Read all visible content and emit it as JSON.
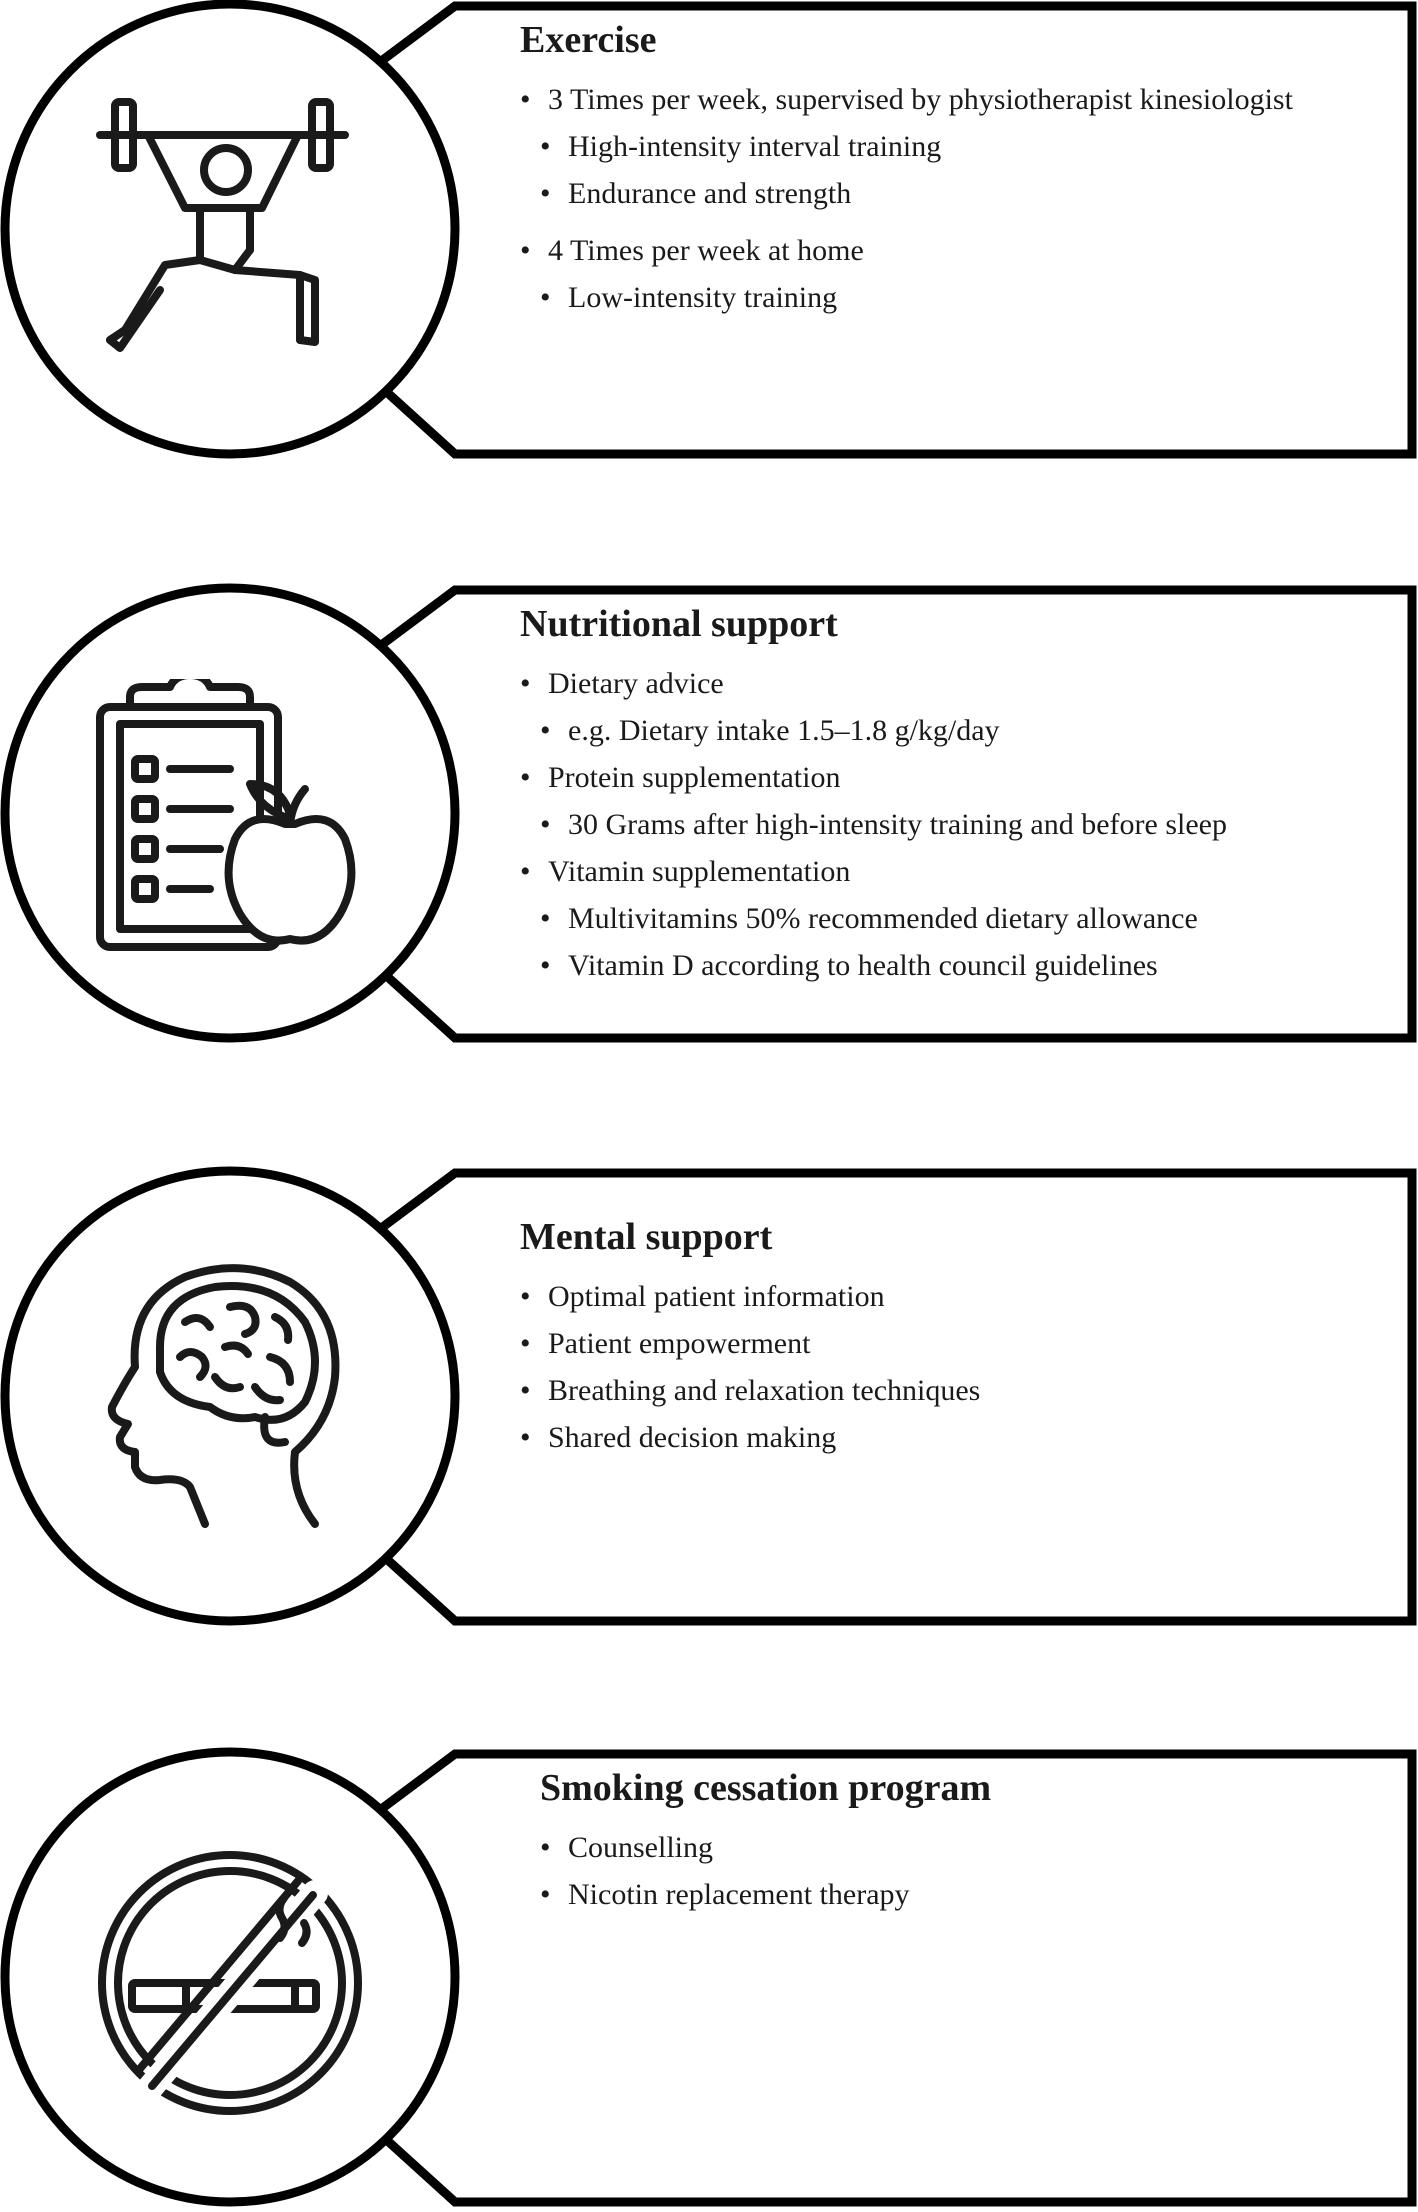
{
  "panels": [
    {
      "icon": "weightlifter-icon",
      "title": "Exercise",
      "items": [
        {
          "level": 1,
          "text": "3 Times per week, supervised by physiotherapist kinesiologist"
        },
        {
          "level": 2,
          "text": "High-intensity interval training"
        },
        {
          "level": 2,
          "text": "Endurance and strength"
        },
        {
          "level": 1,
          "text": "4 Times per week at home"
        },
        {
          "level": 2,
          "text": "Low-intensity training"
        }
      ]
    },
    {
      "icon": "clipboard-apple-icon",
      "title": "Nutritional support",
      "items": [
        {
          "level": 1,
          "text": "Dietary advice"
        },
        {
          "level": 2,
          "text": "e.g. Dietary intake 1.5–1.8 g/kg/day"
        },
        {
          "level": 1,
          "text": "Protein supplementation"
        },
        {
          "level": 2,
          "text": "30 Grams after high-intensity training and before sleep"
        },
        {
          "level": 1,
          "text": "Vitamin supplementation"
        },
        {
          "level": 2,
          "text": "Multivitamins 50% recommended dietary allowance"
        },
        {
          "level": 2,
          "text": "Vitamin D according to health council guidelines"
        }
      ]
    },
    {
      "icon": "head-brain-icon",
      "title": "Mental support",
      "items": [
        {
          "level": 1,
          "text": "Optimal patient information"
        },
        {
          "level": 1,
          "text": "Patient empowerment"
        },
        {
          "level": 1,
          "text": "Breathing and relaxation techniques"
        },
        {
          "level": 1,
          "text": "Shared decision making"
        }
      ]
    },
    {
      "icon": "no-smoking-icon",
      "title": "Smoking cessation program",
      "items": [
        {
          "level": 1,
          "text": "Counselling"
        },
        {
          "level": 1,
          "text": "Nicotin replacement therapy"
        }
      ]
    }
  ]
}
